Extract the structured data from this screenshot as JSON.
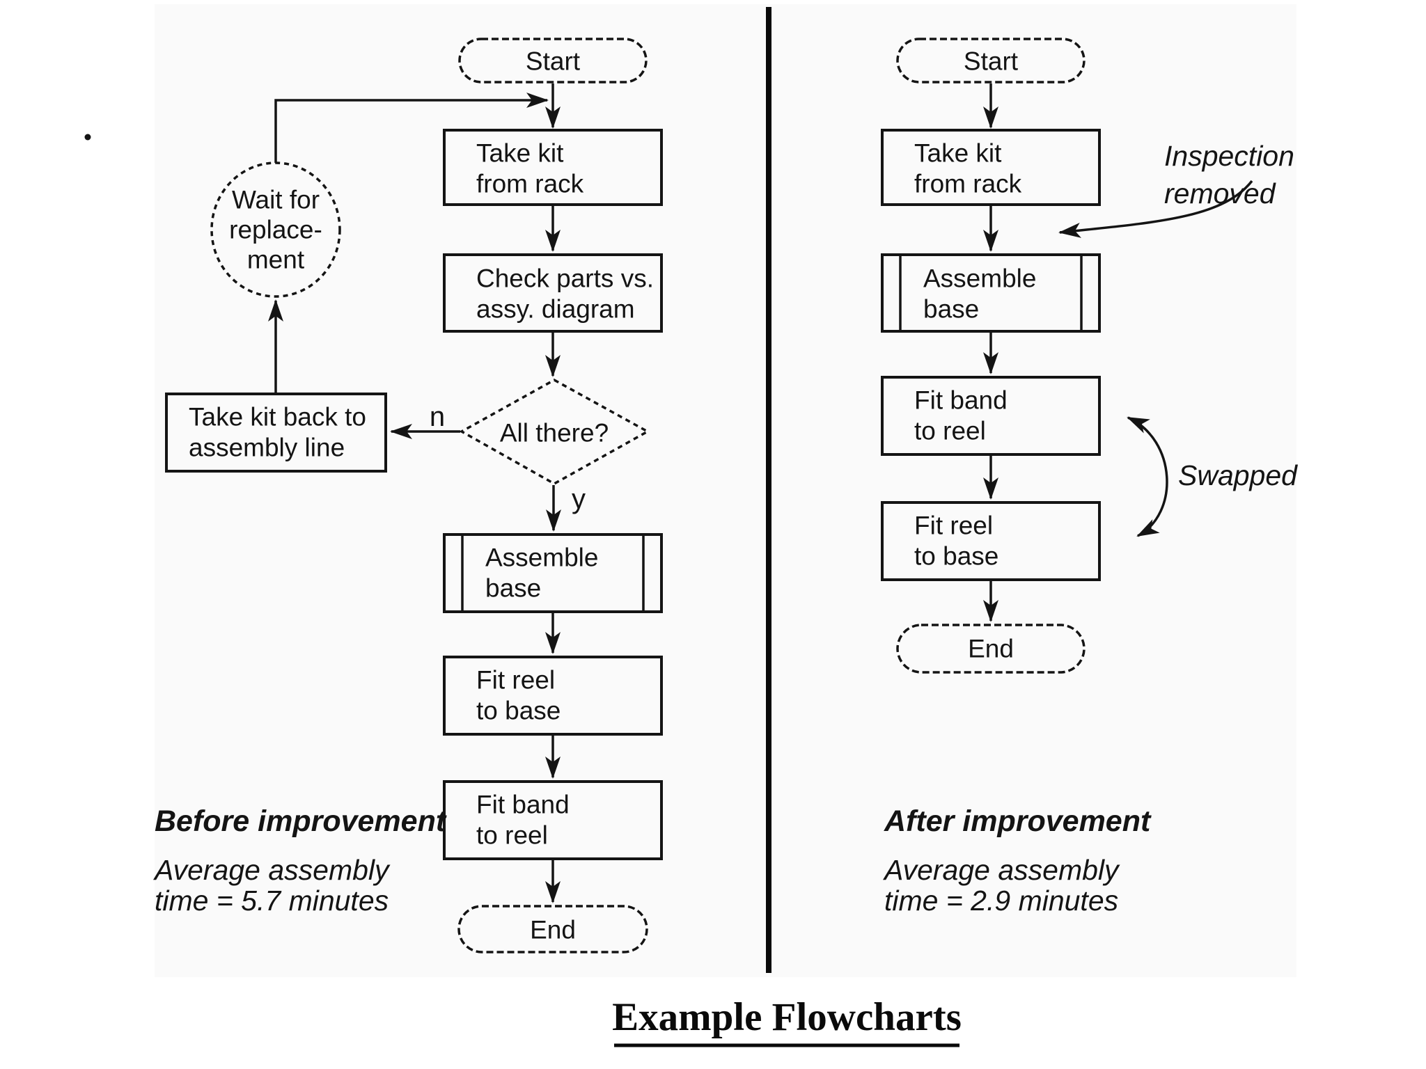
{
  "page": {
    "title_caption": "Example Flowcharts",
    "colors": {
      "background": "#ffffff",
      "scan_background": "#fafafa",
      "ink": "#141414"
    }
  },
  "left": {
    "caption": "Before improvement",
    "sub1": "Average assembly",
    "sub2": "time = 5.7 minutes",
    "nodes": {
      "start": "Start",
      "take_kit_1": "Take kit",
      "take_kit_2": "from rack",
      "check_1": "Check parts vs.",
      "check_2": "assy. diagram",
      "decision": "All there?",
      "no": "n",
      "yes": "y",
      "take_back_1": "Take kit back to",
      "take_back_2": "assembly line",
      "wait_1": "Wait for",
      "wait_2": "replace-",
      "wait_3": "ment",
      "assemble_1": "Assemble",
      "assemble_2": "base",
      "fit_reel_1": "Fit reel",
      "fit_reel_2": "to base",
      "fit_band_1": "Fit band",
      "fit_band_2": "to reel",
      "end": "End"
    }
  },
  "right": {
    "caption": "After improvement",
    "sub1": "Average assembly",
    "sub2": "time = 2.9 minutes",
    "nodes": {
      "start": "Start",
      "take_kit_1": "Take kit",
      "take_kit_2": "from rack",
      "assemble_1": "Assemble",
      "assemble_2": "base",
      "fit_band_1": "Fit band",
      "fit_band_2": "to reel",
      "fit_reel_1": "Fit reel",
      "fit_reel_2": "to base",
      "end": "End"
    },
    "annotations": {
      "inspection_1": "Inspection",
      "inspection_2": "removed",
      "swapped": "Swapped"
    }
  }
}
